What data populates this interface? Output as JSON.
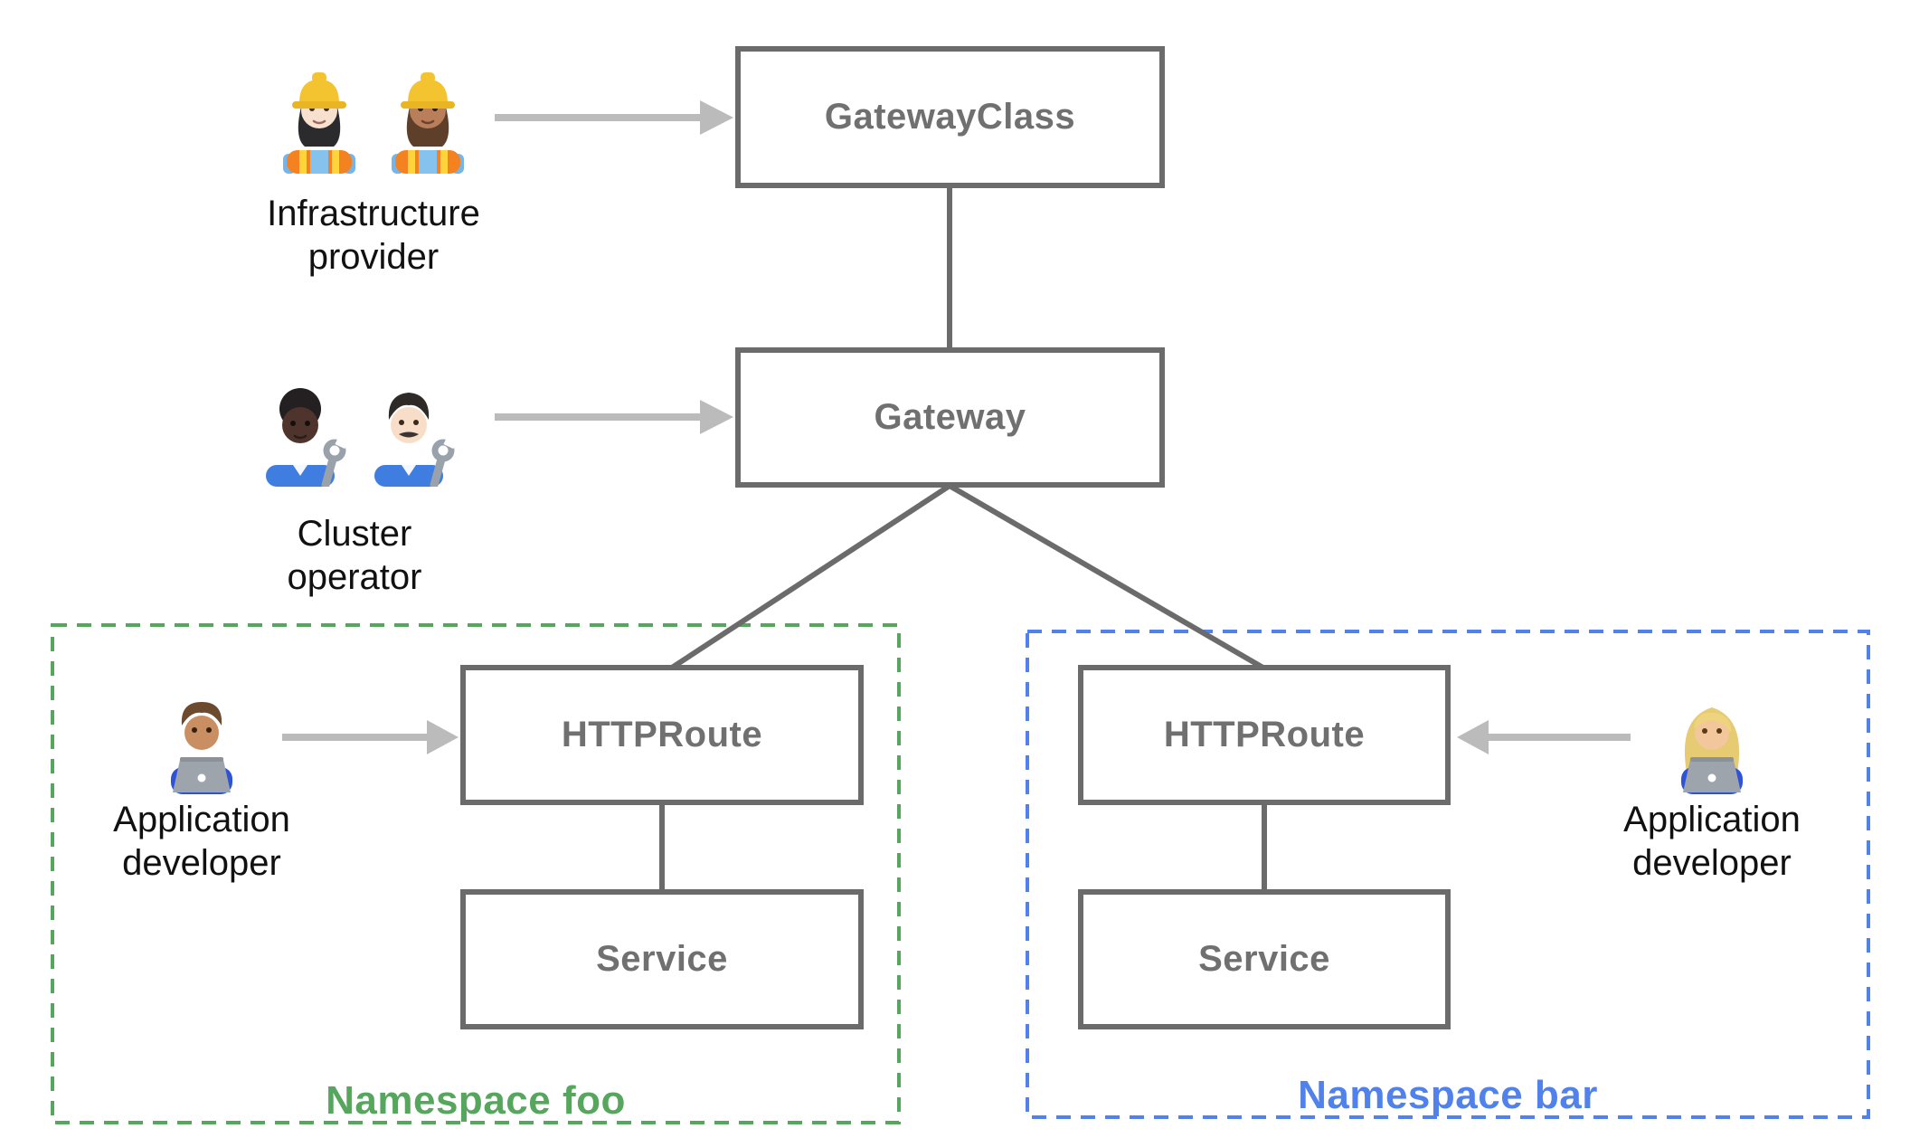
{
  "nodes": {
    "gateway_class": {
      "label": "GatewayClass"
    },
    "gateway": {
      "label": "Gateway"
    },
    "httproute_foo": {
      "label": "HTTPRoute"
    },
    "service_foo": {
      "label": "Service"
    },
    "httproute_bar": {
      "label": "HTTPRoute"
    },
    "service_bar": {
      "label": "Service"
    }
  },
  "namespaces": {
    "foo": {
      "label": "Namespace foo",
      "accent_color": "#57A65E"
    },
    "bar": {
      "label": "Namespace bar",
      "accent_color": "#5181EA"
    }
  },
  "personas": {
    "infrastructure_provider": {
      "label": "Infrastructure provider",
      "figures": [
        "woman-construction-worker-light-skin-emoji",
        "woman-construction-worker-medium-skin-emoji"
      ]
    },
    "cluster_operator": {
      "label": "Cluster operator",
      "figures": [
        "mechanic-dark-skin-emoji",
        "man-mechanic-light-skin-emoji"
      ]
    },
    "application_developer_foo": {
      "label": "Application developer",
      "figures": [
        "man-technologist-medium-skin-emoji"
      ]
    },
    "application_developer_bar": {
      "label": "Application developer",
      "figures": [
        "woman-technologist-light-skin-emoji"
      ]
    }
  },
  "edges": [
    {
      "from": "GatewayClass",
      "to": "Gateway",
      "style": "solid-line"
    },
    {
      "from": "Gateway",
      "to": "HTTPRoute (Namespace foo)",
      "style": "solid-line"
    },
    {
      "from": "Gateway",
      "to": "HTTPRoute (Namespace bar)",
      "style": "solid-line"
    },
    {
      "from": "HTTPRoute (Namespace foo)",
      "to": "Service (Namespace foo)",
      "style": "solid-line"
    },
    {
      "from": "HTTPRoute (Namespace bar)",
      "to": "Service (Namespace bar)",
      "style": "solid-line"
    },
    {
      "from": "Infrastructure provider",
      "to": "GatewayClass",
      "style": "gray-arrow"
    },
    {
      "from": "Cluster operator",
      "to": "Gateway",
      "style": "gray-arrow"
    },
    {
      "from": "Application developer",
      "to": "HTTPRoute (Namespace foo)",
      "style": "gray-arrow"
    },
    {
      "from": "Application developer",
      "to": "HTTPRoute (Namespace bar)",
      "style": "gray-arrow"
    }
  ],
  "colors": {
    "node_border": "#6B6B6B",
    "node_label": "#707070",
    "connector": "#6B6B6B",
    "arrow": "#BBBBBB",
    "namespace_foo_accent": "#57A65E",
    "namespace_bar_accent": "#5181EA",
    "persona_label_text": "#111111",
    "background": "#FFFFFF"
  }
}
